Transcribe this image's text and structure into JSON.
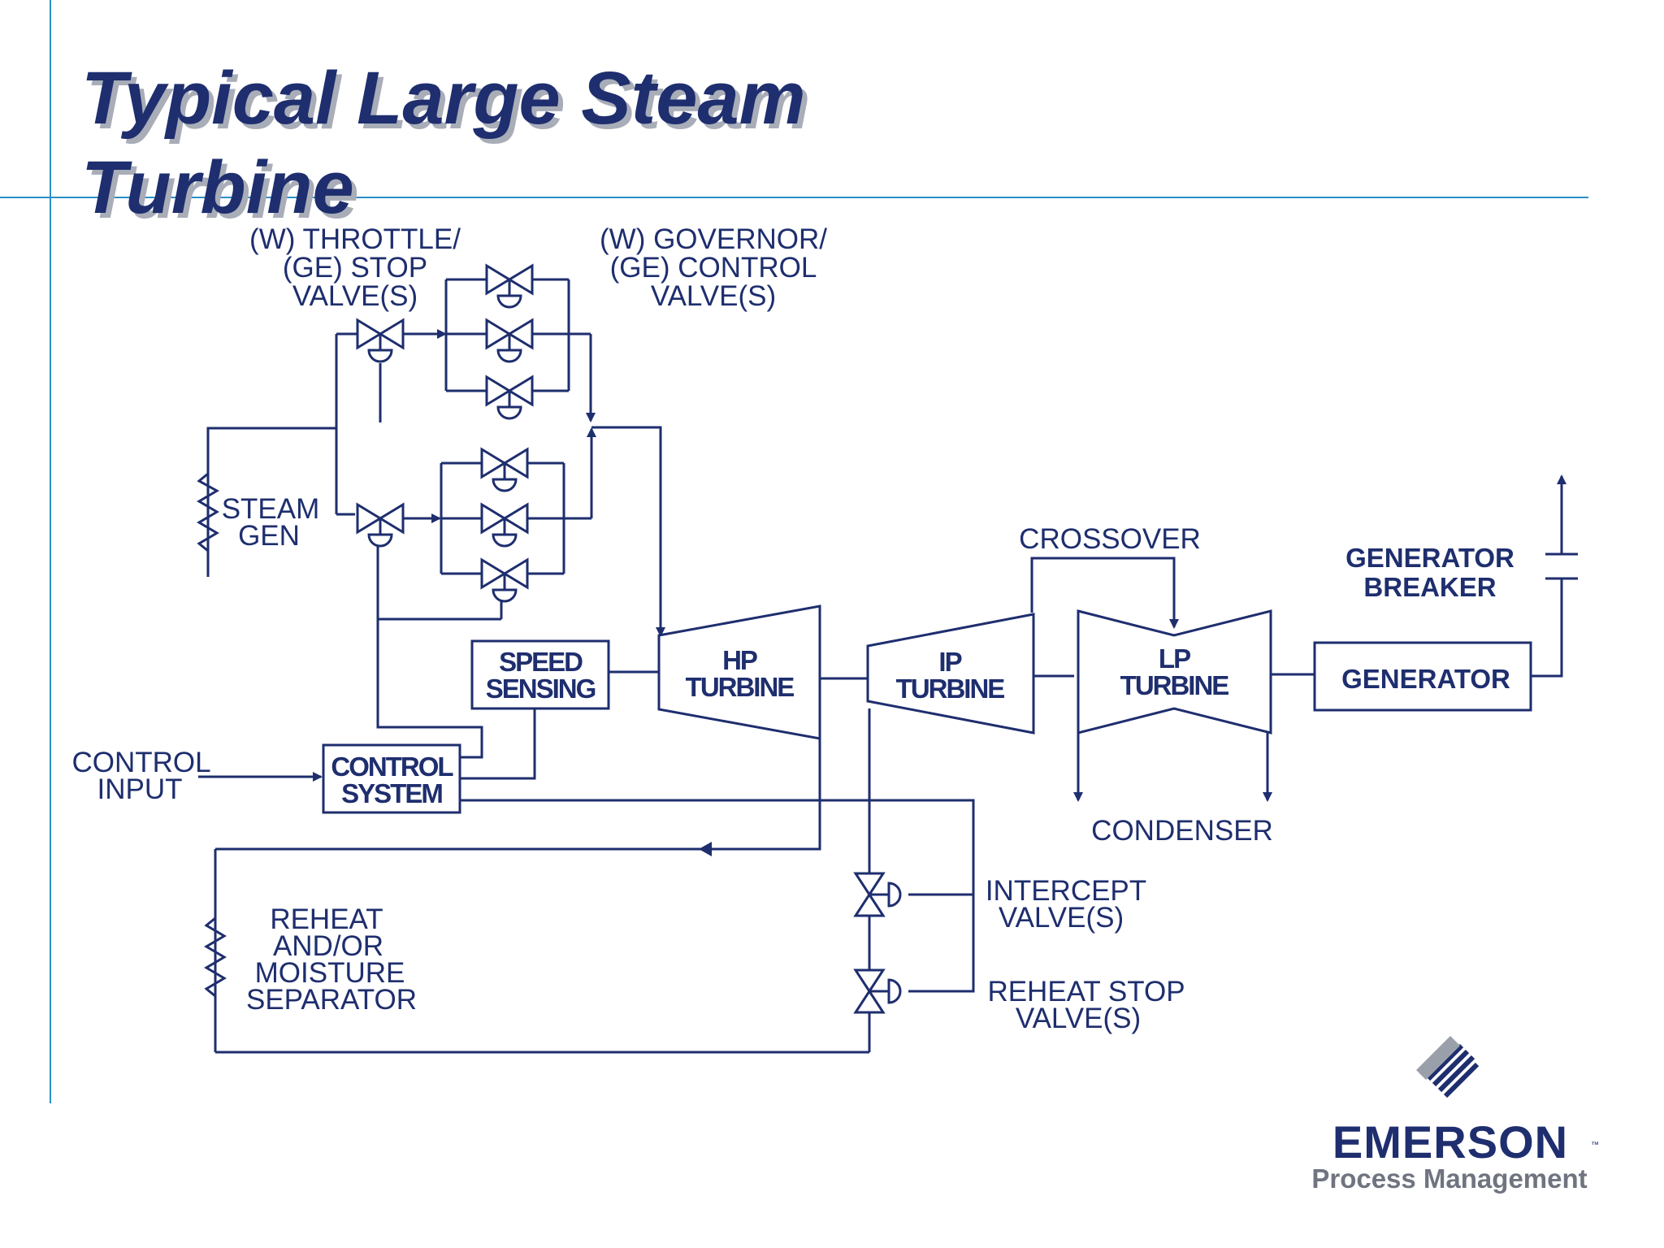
{
  "slide": {
    "title_line1": "Typical Large Steam",
    "title_line2": "Turbine"
  },
  "labels": {
    "throttle": [
      "(W) THROTTLE/",
      "(GE) STOP",
      "VALVE(S)"
    ],
    "governor": [
      "(W) GOVERNOR/",
      "(GE) CONTROL",
      "VALVE(S)"
    ],
    "steam_gen": [
      "STEAM",
      "GEN"
    ],
    "crossover": "CROSSOVER",
    "generator_breaker": [
      "GENERATOR",
      "BREAKER"
    ],
    "control_input": [
      "CONTROL",
      "INPUT"
    ],
    "condenser": "CONDENSER",
    "intercept": [
      "INTERCEPT",
      "VALVE(S)"
    ],
    "reheat_stop": [
      "REHEAT STOP",
      "VALVE(S)"
    ],
    "reheat": [
      "REHEAT",
      "AND/OR",
      "MOISTURE",
      "SEPARATOR"
    ]
  },
  "boxes": {
    "speed_sensing": [
      "SPEED",
      "SENSING"
    ],
    "control_system": [
      "CONTROL",
      "SYSTEM"
    ],
    "hp_turbine": [
      "HP",
      "TURBINE"
    ],
    "ip_turbine": [
      "IP",
      "TURBINE"
    ],
    "lp_turbine": [
      "LP",
      "TURBINE"
    ],
    "generator": "GENERATOR"
  },
  "logo": {
    "brand": "EMERSON",
    "subtitle": "Process Management"
  },
  "colors": {
    "ink": "#1e2e6e",
    "accent_line": "#2b8fc8",
    "logo_blue": "#1e2e6e",
    "logo_gray": "#6f7480"
  }
}
